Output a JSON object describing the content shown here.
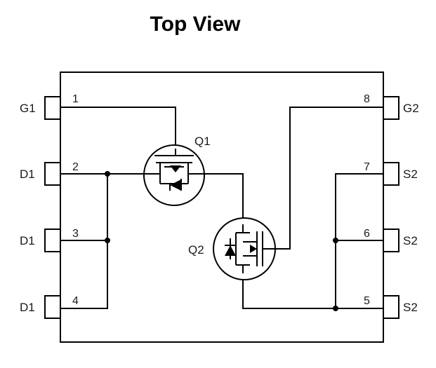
{
  "title": "Top View",
  "pins": {
    "1": {
      "number": "1",
      "name": "G1"
    },
    "2": {
      "number": "2",
      "name": "D1"
    },
    "3": {
      "number": "3",
      "name": "D1"
    },
    "4": {
      "number": "4",
      "name": "D1"
    },
    "5": {
      "number": "5",
      "name": "S2"
    },
    "6": {
      "number": "6",
      "name": "S2"
    },
    "7": {
      "number": "7",
      "name": "S2"
    },
    "8": {
      "number": "8",
      "name": "G2"
    }
  },
  "devices": {
    "q1": {
      "label": "Q1"
    },
    "q2": {
      "label": "Q2"
    }
  }
}
